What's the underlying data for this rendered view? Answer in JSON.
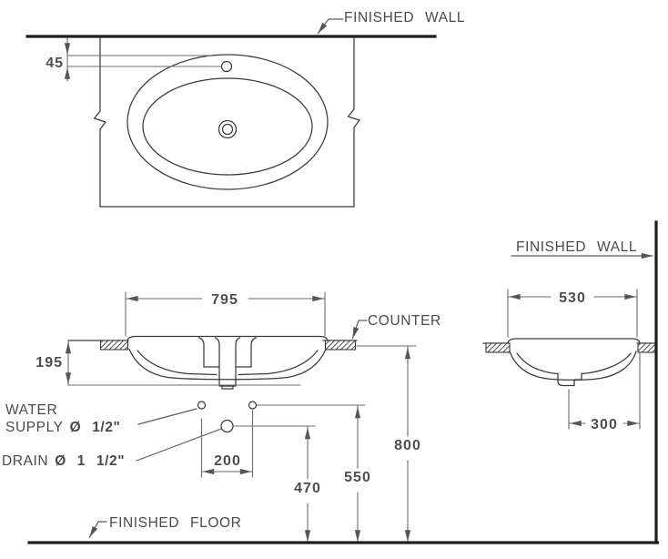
{
  "drawing": {
    "plan": {
      "wall_label": "FINISHED WALL",
      "faucet_to_wall": "45"
    },
    "front": {
      "basin_width": "795",
      "basin_depth": "195",
      "counter_label": "COUNTER",
      "supply_line1": "WATER",
      "supply_line2": "SUPPLY",
      "supply_size": "Ø 1/2\"",
      "drain_word": "DRAIN",
      "drain_size": "Ø 1 1/2\"",
      "supply_spacing": "200",
      "drain_height": "470",
      "supply_height": "550",
      "counter_height": "800",
      "floor_label": "FINISHED FLOOR"
    },
    "side": {
      "wall_label": "FINISHED WALL",
      "basin_width": "530",
      "drain_to_wall": "300"
    }
  }
}
